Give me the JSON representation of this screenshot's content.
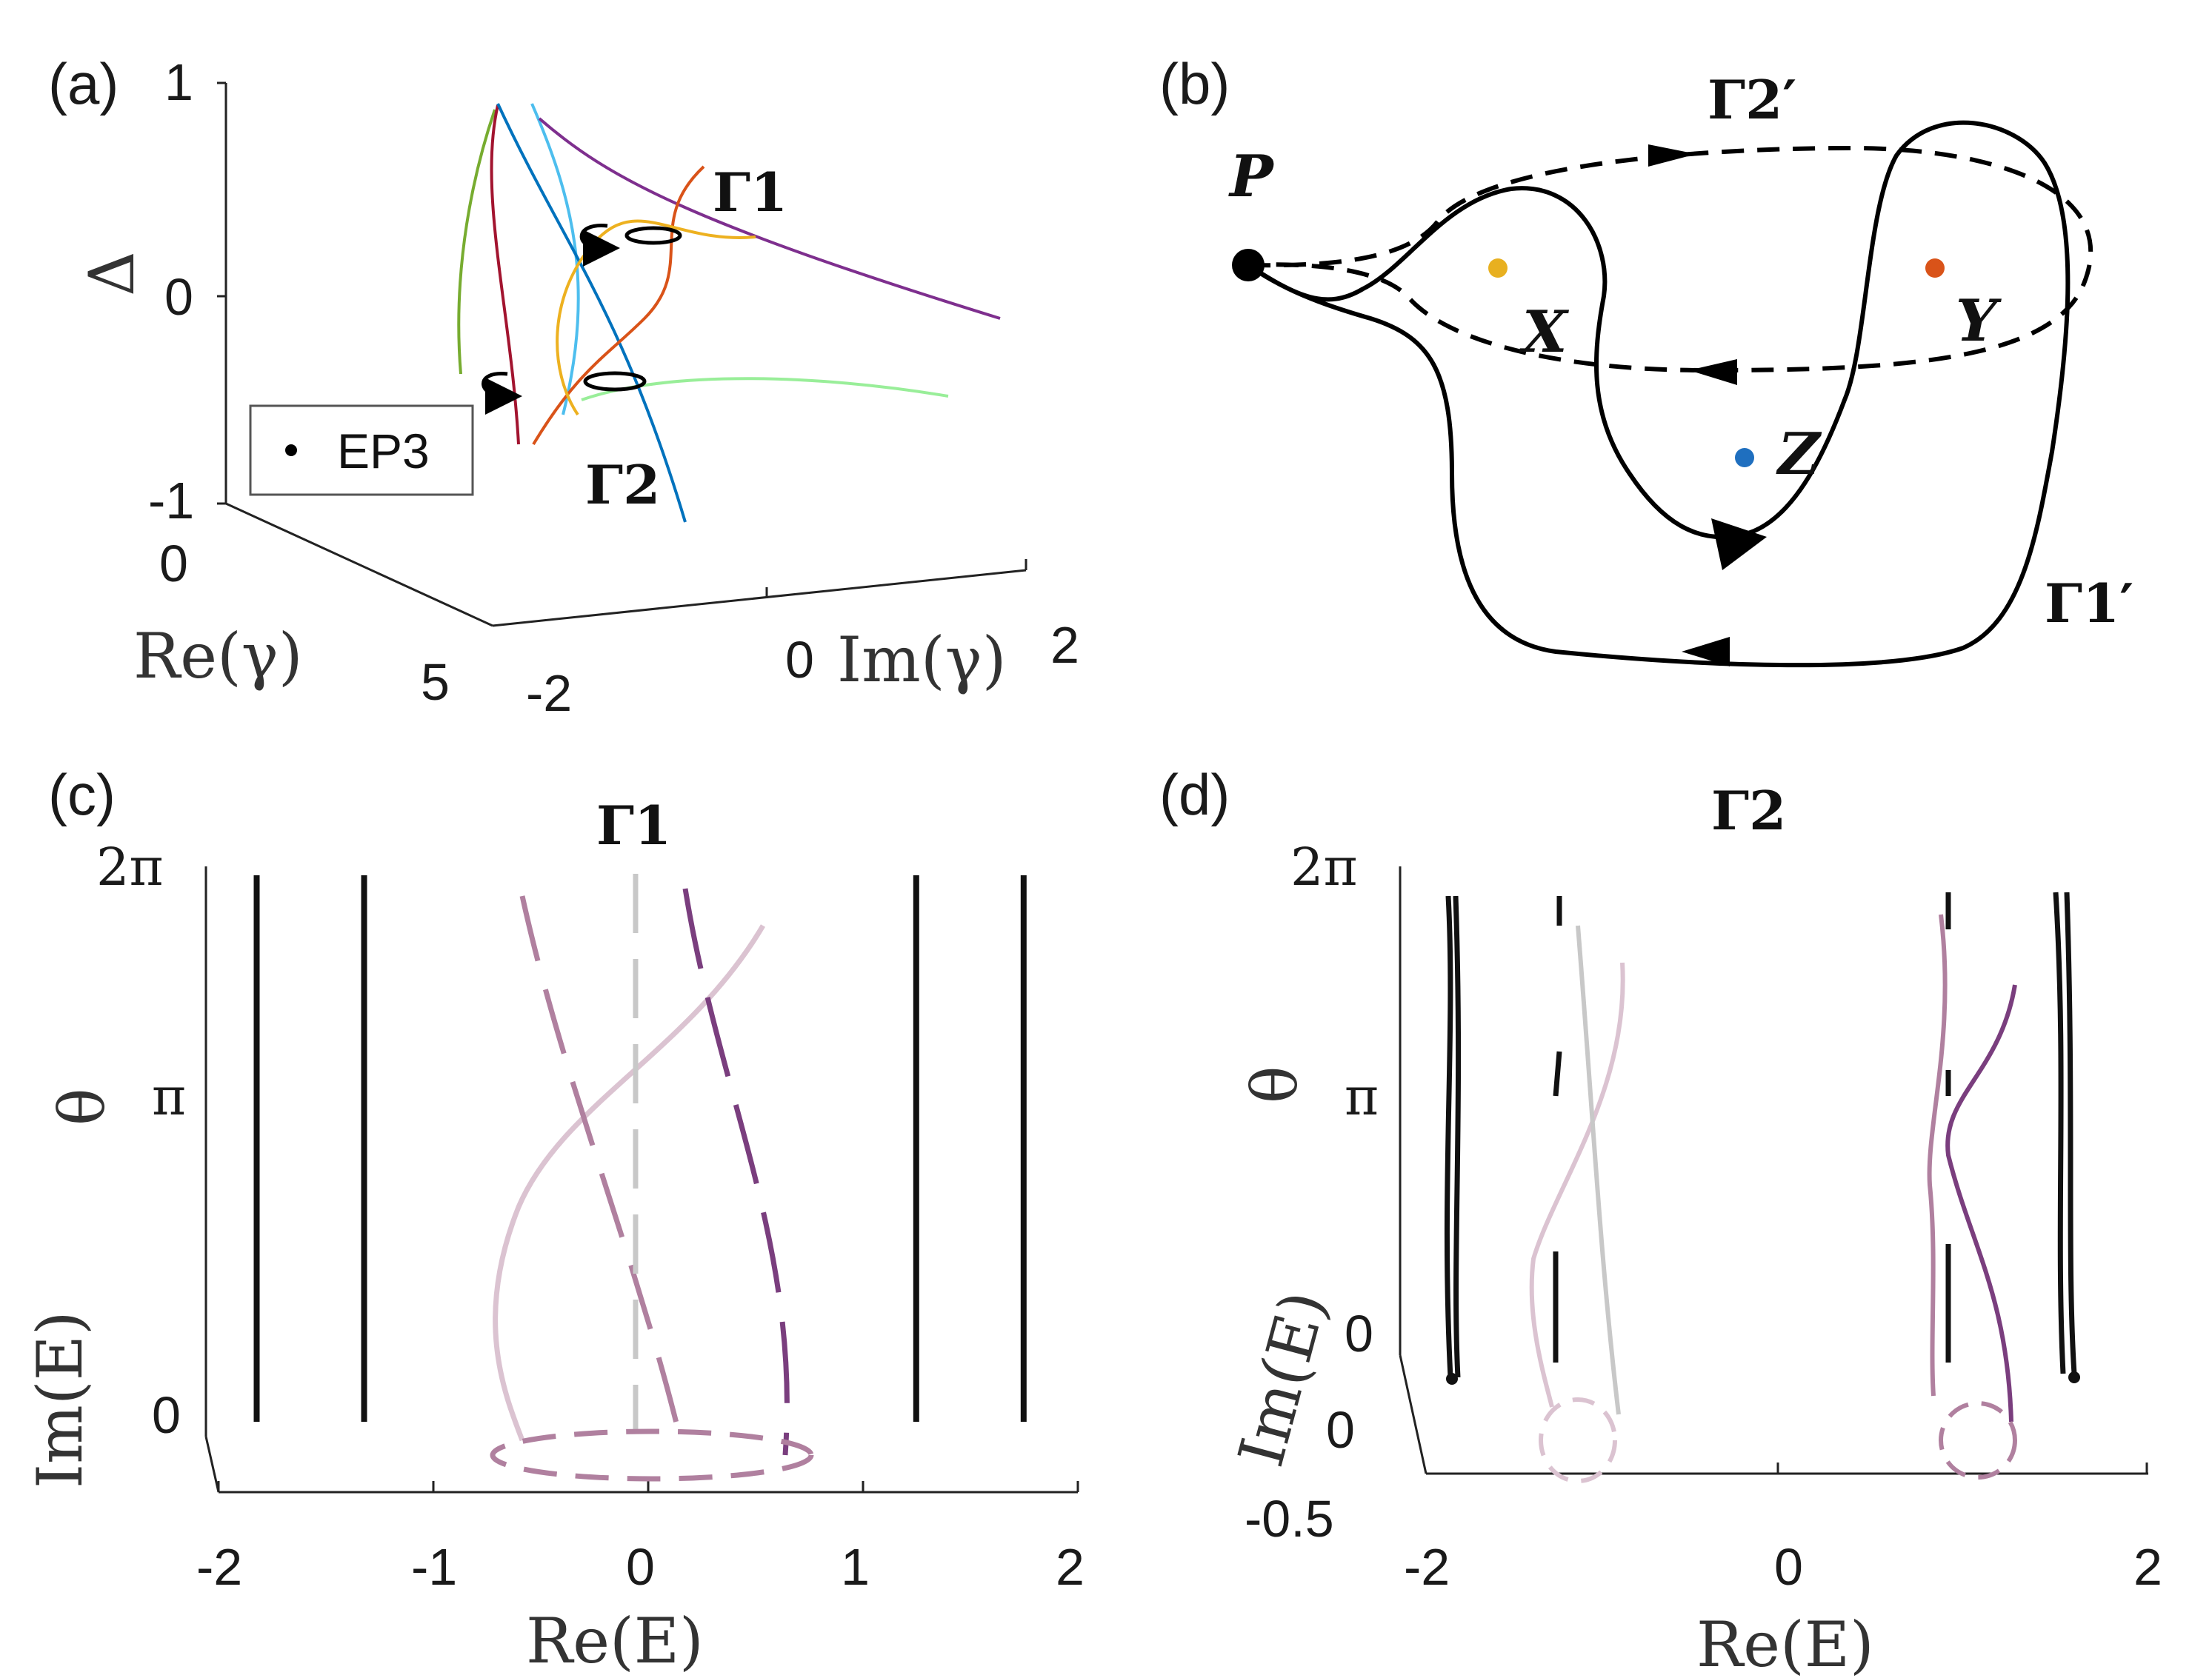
{
  "chart_data": [
    {
      "panel": "(a)",
      "type": "line",
      "axes": {
        "z_label": "Δ",
        "z_ticks": [
          "1",
          "0",
          "-1"
        ],
        "x_label": "Re(γ)",
        "x_ticks": [
          "0",
          "5"
        ],
        "y_label": "Im(γ)",
        "y_ticks": [
          "-2",
          "0",
          "2"
        ]
      },
      "loop_labels": [
        "Γ1",
        "Γ2"
      ],
      "legend": [
        "EP3"
      ],
      "series_colors": [
        "#77ac30",
        "#a2142f",
        "#4dbeee",
        "#0072bd",
        "#7e2f8e",
        "#d95319",
        "#edb120",
        "#99ee99"
      ]
    },
    {
      "panel": "(b)",
      "type": "diagram",
      "points": [
        {
          "name": "P",
          "color": "#000000"
        },
        {
          "name": "X",
          "color": "#e8b020"
        },
        {
          "name": "Y",
          "color": "#d95319"
        },
        {
          "name": "Z",
          "color": "#1f6fbf"
        }
      ],
      "paths": [
        "Γ1′",
        "Γ2′"
      ]
    },
    {
      "panel": "(c)",
      "type": "line",
      "title": "Γ1",
      "axes": {
        "x_label": "Re(E)",
        "x_ticks": [
          "-2",
          "-1",
          "0",
          "1",
          "2"
        ],
        "xlim": [
          -2,
          2
        ],
        "y_label": "θ",
        "y_ticks": [
          "2π",
          "π"
        ],
        "z_label": "Im(E)",
        "z_ticks": [
          "0"
        ]
      },
      "black_lines_re": [
        -1.85,
        -1.35,
        1.22,
        1.72
      ],
      "colors": {
        "light": "#dbc3d1",
        "mid": "#b0809f",
        "dark": "#7a3e7e",
        "gray": "#c8c8c8"
      }
    },
    {
      "panel": "(d)",
      "type": "line",
      "title": "Γ2",
      "axes": {
        "x_label": "Re(E)",
        "x_ticks": [
          "-2",
          "0",
          "2"
        ],
        "xlim": [
          -2,
          2
        ],
        "y_label": "θ",
        "y_ticks": [
          "2π",
          "π",
          "0"
        ],
        "z_label": "Im(E)",
        "z_ticks": [
          "0",
          "-0.5"
        ]
      },
      "colors": {
        "light": "#dbc3d1",
        "mid": "#b0809f",
        "dark": "#7a3e7e",
        "gray": "#c8c8c8"
      }
    }
  ],
  "panel_labels": [
    "(a)",
    "(b)",
    "(c)",
    "(d)"
  ]
}
